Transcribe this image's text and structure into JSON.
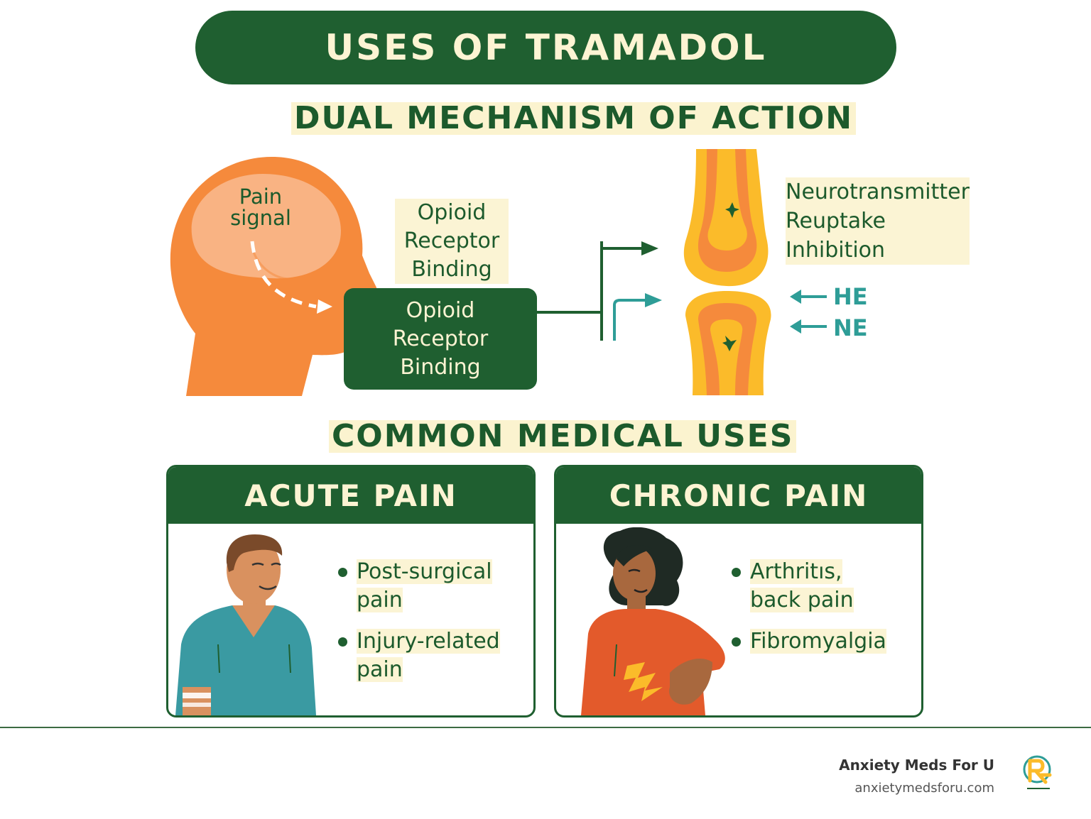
{
  "header": {
    "title": "USES OF TRAMADOL"
  },
  "mechanism": {
    "heading": "DUAL MECHANISM OF ACTION",
    "pain_signal_line1": "Pain",
    "pain_signal_line2": "signal",
    "opioid_label": [
      "Opioid",
      "Receptor",
      "Binding"
    ],
    "opioid_box": [
      "Opioid",
      "Receptor",
      "Binding"
    ],
    "reuptake_label": [
      "Neurotransmitter",
      "Reuptake",
      "Inhibition"
    ],
    "he_label": "HE",
    "ne_label": "NE"
  },
  "uses": {
    "heading": "COMMON MEDICAL USES",
    "acute": {
      "title": "ACUTE PAIN",
      "items": [
        [
          "Post-surgical",
          "pain"
        ],
        [
          "Injury-related",
          "pain"
        ]
      ]
    },
    "chronic": {
      "title": "CHRONIC PAIN",
      "items": [
        [
          "Arthritıs,",
          "back pain"
        ],
        [
          "Fibromyalgia"
        ]
      ]
    }
  },
  "footer": {
    "brand_name": "Anxiety Meds For U",
    "brand_url": "anxietymedsforu.com"
  },
  "colors": {
    "primary_green": "#1f5f30",
    "cream": "#fdf4d3",
    "orange": "#f58a3c",
    "teal": "#2e9d97",
    "yellow": "#fbbb2a"
  }
}
